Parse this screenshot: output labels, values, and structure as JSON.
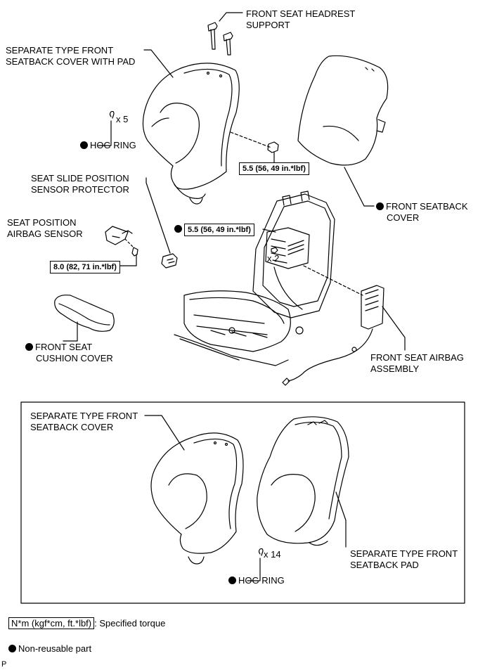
{
  "labels": {
    "headrest_support_1": "FRONT SEAT HEADREST",
    "headrest_support_2": "SUPPORT",
    "seatback_cover_pad_1": "SEPARATE TYPE FRONT",
    "seatback_cover_pad_2": "SEATBACK COVER WITH PAD",
    "hog_ring_qty_top": "x 5",
    "hog_ring_top": "HOG RING",
    "slide_protector_1": "SEAT SLIDE POSITION",
    "slide_protector_2": "SENSOR PROTECTOR",
    "airbag_sensor_1": "SEAT POSITION",
    "airbag_sensor_2": "AIRBAG SENSOR",
    "seatback_cover_1": "FRONT SEATBACK",
    "seatback_cover_2": "COVER",
    "bolt_qty": "x 2",
    "cushion_cover_1": "FRONT SEAT",
    "cushion_cover_2": "CUSHION COVER",
    "airbag_assembly_1": "FRONT SEAT AIRBAG",
    "airbag_assembly_2": "ASSEMBLY",
    "inset_cover_1": "SEPARATE TYPE FRONT",
    "inset_cover_2": "SEATBACK COVER",
    "inset_pad_1": "SEPARATE TYPE FRONT",
    "inset_pad_2": "SEATBACK PAD",
    "hog_ring_qty_inset": "x 14",
    "hog_ring_inset": "HOG RING"
  },
  "torques": {
    "seatback_nut": "5.5 (56, 49 in.*lbf)",
    "frame_bolt": "5.5 (56, 49 in.*lbf)",
    "sensor_bolt": "8.0 (82, 71 in.*lbf)"
  },
  "legend": {
    "torque_units": "N*m (kgf*cm, ft.*lbf)",
    "torque_desc": ": Specified torque",
    "non_reusable": "Non-reusable part"
  },
  "corner_code": "P"
}
